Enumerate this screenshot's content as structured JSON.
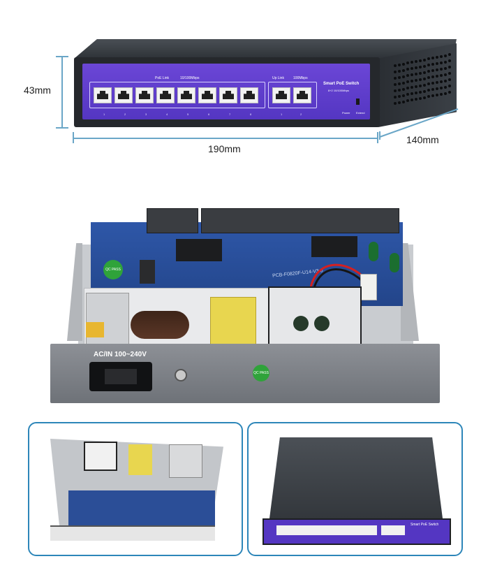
{
  "dimensions": {
    "height": "43mm",
    "width": "190mm",
    "depth": "140mm"
  },
  "front_panel": {
    "poe_link_label": "PoE Link",
    "poe_speed_label": "10/100Mbps",
    "uplink_label": "Up Link",
    "uplink_speed_label": "100Mbps",
    "brand_title": "Smart PoE Switch",
    "brand_sub": "8+2 10/100Mbps",
    "port_numbers": [
      "1",
      "2",
      "3",
      "4",
      "5",
      "6",
      "7",
      "8",
      "1",
      "2"
    ],
    "led_labels": [
      "Power",
      "Extend"
    ]
  },
  "chassis": {
    "ac_label": "AC/IN 100~240V",
    "qc_sticker": "QC PASS",
    "pcb_text": "PCB-F0820F-U14-V3.0"
  }
}
